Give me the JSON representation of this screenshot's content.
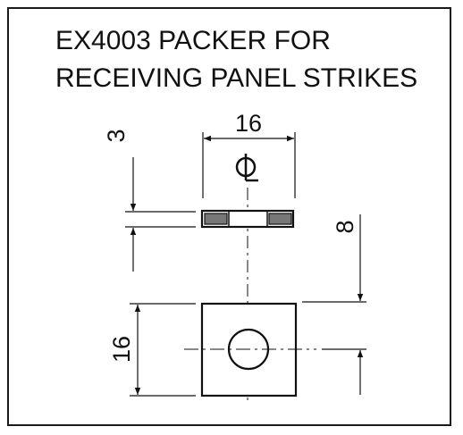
{
  "title": {
    "line1": "EX4003 PACKER FOR",
    "line2": "RECEIVING PANEL STRIKES"
  },
  "dimensions": {
    "top_width": "16",
    "thickness": "3",
    "offset": "8",
    "square_height": "16"
  },
  "centerline_symbol": "CL",
  "colors": {
    "line": "#111111",
    "hatch": "#777777"
  }
}
